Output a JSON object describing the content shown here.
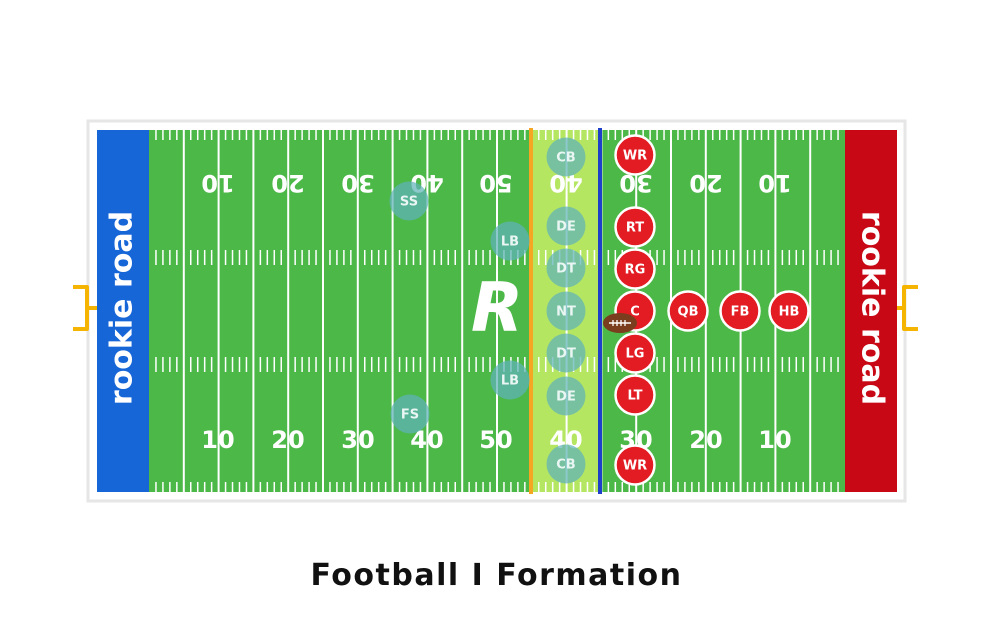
{
  "title": "Football I Formation",
  "brand": {
    "name": "rookie road",
    "logo_letter": "R"
  },
  "colors": {
    "field": "#4CB848",
    "endzone_left": "#1766D8",
    "endzone_right": "#C80915",
    "goalpost": "#F4B400",
    "line_of_scrimmage": "#F5A623",
    "first_down_line": "#1E3FC9",
    "neutral_zone": "#D8F56B",
    "offense": "#E31B23",
    "defense": "#5FB3B8"
  },
  "yard_labels": {
    "top": [
      "10",
      "20",
      "30",
      "40",
      "50",
      "40",
      "30",
      "20",
      "10"
    ],
    "bottom": [
      "10",
      "20",
      "30",
      "40",
      "50",
      "40",
      "30",
      "20",
      "10"
    ]
  },
  "offense": [
    {
      "label": "WR"
    },
    {
      "label": "RT"
    },
    {
      "label": "RG"
    },
    {
      "label": "C"
    },
    {
      "label": "LG"
    },
    {
      "label": "LT"
    },
    {
      "label": "WR"
    },
    {
      "label": "QB"
    },
    {
      "label": "FB"
    },
    {
      "label": "HB"
    }
  ],
  "defense": [
    {
      "label": "CB"
    },
    {
      "label": "DE"
    },
    {
      "label": "DT"
    },
    {
      "label": "NT"
    },
    {
      "label": "DT"
    },
    {
      "label": "DE"
    },
    {
      "label": "CB"
    },
    {
      "label": "LB"
    },
    {
      "label": "LB"
    },
    {
      "label": "SS"
    },
    {
      "label": "FS"
    }
  ]
}
